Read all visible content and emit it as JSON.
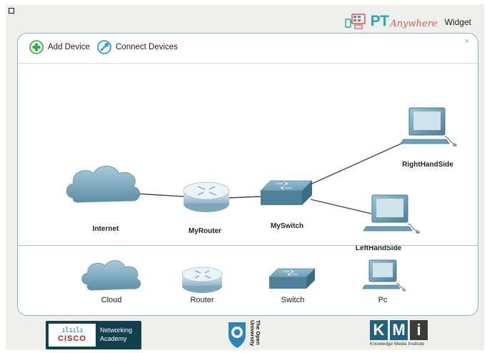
{
  "brand": {
    "pt": "PT",
    "anywhere": "Anywhere",
    "widget": "Widget"
  },
  "toolbar": {
    "add_device": "Add Device",
    "connect_devices": "Connect Devices",
    "close": "×"
  },
  "topology": {
    "nodes": [
      {
        "id": "internet",
        "label": "Internet",
        "type": "cloud"
      },
      {
        "id": "myrouter",
        "label": "MyRouter",
        "type": "router"
      },
      {
        "id": "myswitch",
        "label": "MySwitch",
        "type": "switch"
      },
      {
        "id": "righthandside",
        "label": "RightHandSide",
        "type": "pc"
      },
      {
        "id": "lefthandside",
        "label": "LeftHandSide",
        "type": "pc"
      }
    ],
    "links": [
      {
        "from": "internet",
        "to": "myrouter"
      },
      {
        "from": "myrouter",
        "to": "myswitch"
      },
      {
        "from": "myswitch",
        "to": "righthandside"
      },
      {
        "from": "myswitch",
        "to": "lefthandside"
      }
    ]
  },
  "palette": {
    "items": [
      {
        "label": "Cloud",
        "type": "cloud"
      },
      {
        "label": "Router",
        "type": "router"
      },
      {
        "label": "Switch",
        "type": "switch"
      },
      {
        "label": "Pc",
        "type": "pc"
      }
    ]
  },
  "footer": {
    "cisco_bars": "ılıılı",
    "cisco_word": "CISCO",
    "cisco_line1": "Networking",
    "cisco_line2": "Academy",
    "ou_line1": "The Open",
    "ou_line2": "University",
    "kmi_k": "K",
    "kmi_m": "M",
    "kmi_i": "i",
    "kmi_sub": "Knowledge Media Institute"
  },
  "colors": {
    "panel_border": "#7fb7c8",
    "device_blue": "#6e9fb5",
    "brand_teal": "#2aa8a8",
    "brand_red": "#d45858",
    "add_green": "#3aa84a",
    "connect_blue": "#2b8fd1"
  }
}
